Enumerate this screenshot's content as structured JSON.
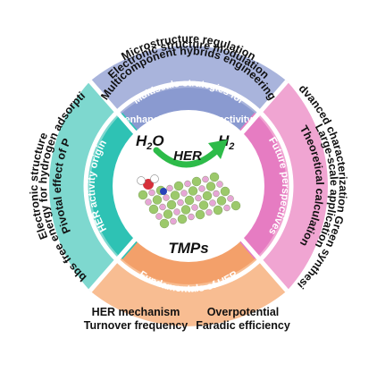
{
  "center": {
    "reactant": "H",
    "reactant_sub": "2",
    "reactant_end": "O",
    "product": "H",
    "product_sub": "2",
    "reaction": "HER",
    "material": "TMPs"
  },
  "sectors": {
    "top": {
      "inner_label_1": "Multiscale strategies for",
      "inner_label_2": "enhancing catalytic activity",
      "outer_lines": [
        "Microstructure regulation",
        "Electronic structure modulation",
        "Multicomponent hybrids engineering"
      ]
    },
    "left": {
      "inner_label": "HER activity origin",
      "outer_lines": [
        "Electronic structure",
        "Gibbs free energy for hydrogen adsorption",
        "Pivotal effect of P"
      ]
    },
    "right": {
      "inner_label": "Future perspectives",
      "outer_lines": [
        "Advanced characterization Green synthesis",
        "Large-scale application",
        "Theoretical calculation"
      ]
    },
    "bottom": {
      "inner_label": "Fundamentals of HER",
      "outer_lines": [
        "HER mechanism",
        "Turnover frequency",
        "Overpotential",
        "Faradic efficiency"
      ]
    }
  },
  "colors": {
    "top_outer": "#a9b4dc",
    "top_inner": "#8a9ad0",
    "left_outer": "#7ed8cf",
    "left_inner": "#2ec2b4",
    "right_outer": "#f0a5d2",
    "right_inner": "#e67cc2",
    "bottom_outer": "#f8bd92",
    "bottom_inner": "#f3a06a",
    "arrow": "#2dbb49"
  }
}
